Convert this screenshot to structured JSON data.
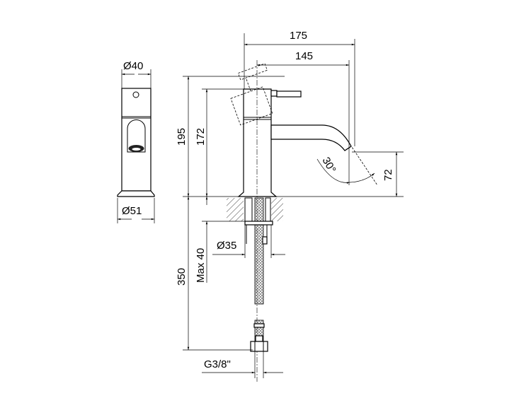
{
  "drawing": {
    "side_view": {
      "top_diameter": "Ø40",
      "base_diameter": "Ø51"
    },
    "front_view": {
      "overall_reach": "175",
      "spout_reach": "145",
      "height_lever_open": "195",
      "body_height": "172",
      "spout_outlet_height": "72",
      "spout_angle": "30°"
    },
    "installation": {
      "hole_diameter": "Ø35",
      "max_deck_thickness": "Max 40",
      "hose_length": "350",
      "connection_thread": "G3/8\""
    }
  }
}
